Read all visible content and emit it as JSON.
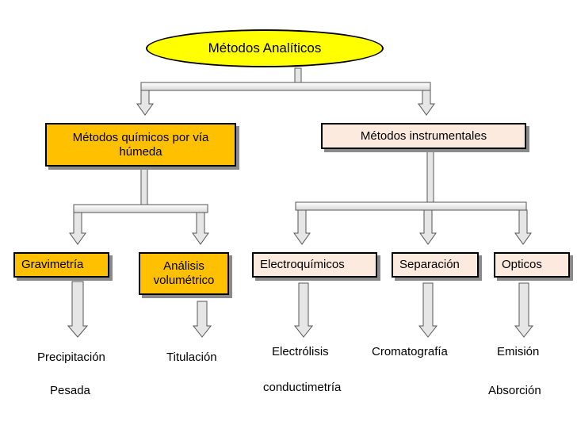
{
  "root": {
    "label": "Métodos Analíticos"
  },
  "branches": {
    "chemical": {
      "label": "Métodos químicos por vía húmeda"
    },
    "instrumental": {
      "label": "Métodos instrumentales"
    }
  },
  "methods": {
    "gravimetria": {
      "label": "Gravimetría"
    },
    "volumetrico": {
      "label": "Análisis volumétrico"
    },
    "electroquimicos": {
      "label": "Electroquímicos"
    },
    "separacion": {
      "label": "Separación"
    },
    "opticos": {
      "label": "Opticos"
    }
  },
  "techniques": {
    "precipitacion": "Precipitación",
    "pesada": "Pesada",
    "titulacion": "Titulación",
    "electrolisis": "Electrólisis",
    "conductimetria": "conductimetría",
    "cromatografia": "Cromatografía",
    "emision": "Emisión",
    "absorcion": "Absorción"
  },
  "colors": {
    "root_fill": "#ffff00",
    "orange_fill": "#ffc000",
    "cream_fill": "#fdeadf",
    "arrow_fill": "#e6e6e6",
    "arrow_stroke": "#555555",
    "shadow": "#8a8a8a"
  }
}
